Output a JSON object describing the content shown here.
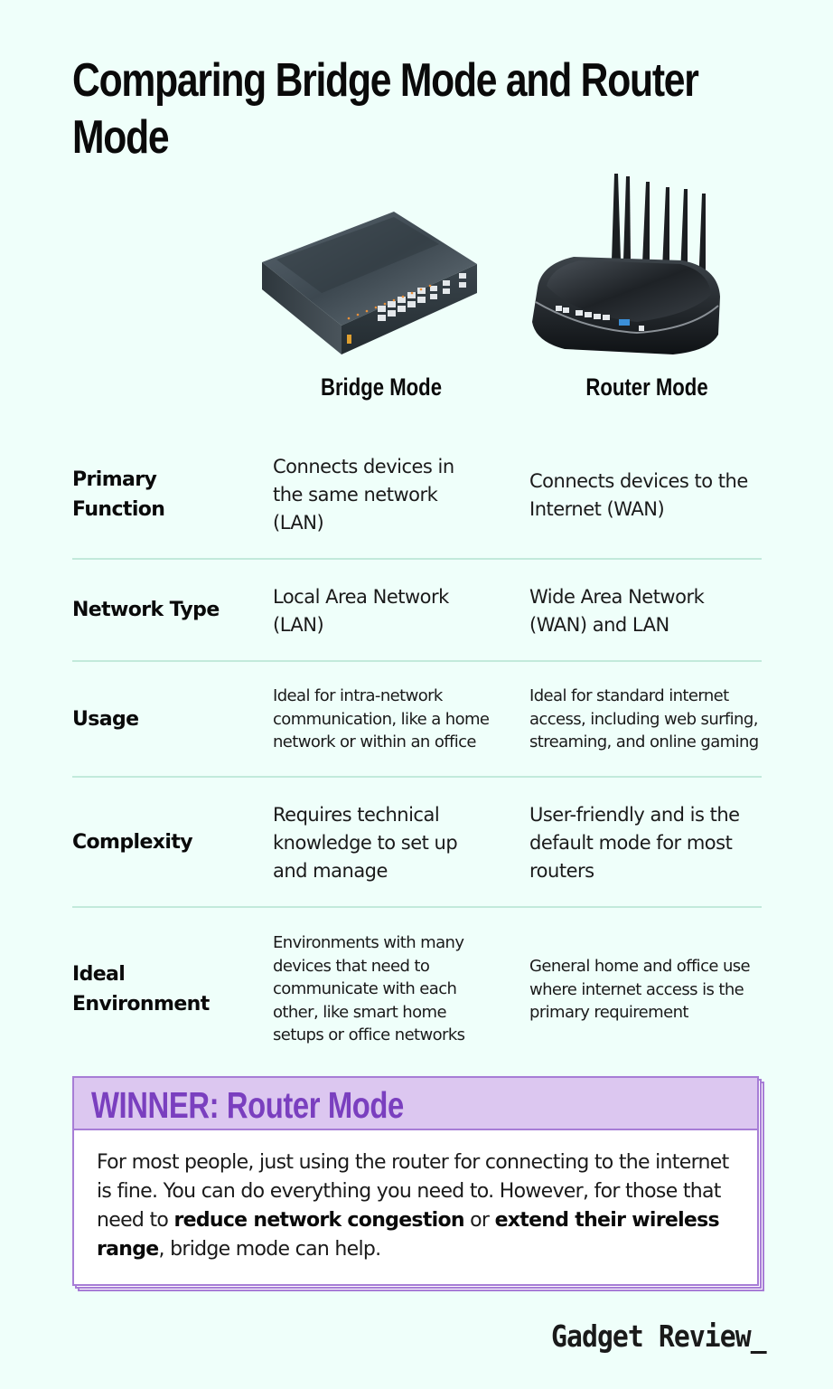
{
  "header": {
    "title": "Comparing Bridge Mode and Router Mode"
  },
  "columns": [
    {
      "label": "Bridge Mode",
      "icon": "network-switch-image"
    },
    {
      "label": "Router Mode",
      "icon": "wifi-router-image"
    }
  ],
  "rows": [
    {
      "label": "Primary Function",
      "bridge": "Connects devices in the same network (LAN)",
      "router": "Connects devices to the Internet (WAN)"
    },
    {
      "label": "Network Type",
      "bridge": "Local Area Network (LAN)",
      "router": "Wide Area Network (WAN) and LAN"
    },
    {
      "label": "Usage",
      "bridge": "Ideal for intra-network communication, like a home network or within an office",
      "router": "Ideal for standard internet access, including web surfing, streaming, and online gaming"
    },
    {
      "label": "Complexity",
      "bridge": "Requires technical knowledge to set up and manage",
      "router": "User-friendly and is the default mode for most routers"
    },
    {
      "label": "Ideal Environment",
      "bridge": "Environments with many devices that need to communicate with each other, like smart home setups or office networks",
      "router": "General home and office use where internet access is the primary requirement"
    }
  ],
  "winner": {
    "title": "WINNER: Router Mode",
    "body_parts": [
      {
        "text": "For most people, just using the router for connecting to the internet is fine. You can do everything you need to. However, for those that need to ",
        "bold": false
      },
      {
        "text": "reduce network congestion",
        "bold": true
      },
      {
        "text": " or ",
        "bold": false
      },
      {
        "text": "extend their wireless range",
        "bold": true
      },
      {
        "text": ", bridge mode can help.",
        "bold": false
      }
    ]
  },
  "brand": {
    "logo_text": "Gadget Review_"
  },
  "colors": {
    "background": "#effffa",
    "divider": "#c2eadb",
    "winner_header_bg": "#dcc7f0",
    "winner_border": "#a77dd6",
    "winner_title": "#7a3fbf"
  }
}
